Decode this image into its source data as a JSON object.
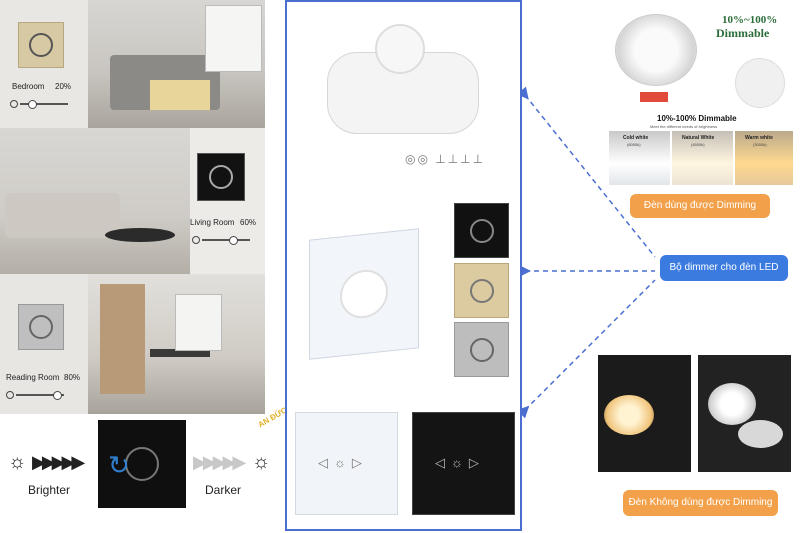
{
  "scenes": [
    {
      "room": "Bedroom",
      "level": "20%",
      "fill": 0.2
    },
    {
      "room": "Living Room",
      "level": "60%",
      "fill": 0.6
    },
    {
      "room": "Reading Room",
      "level": "80%",
      "fill": 0.8
    }
  ],
  "legend": {
    "brighter": "Brighter",
    "darker": "Darker"
  },
  "watermark": "AN ĐỨC PHÁT",
  "labels": {
    "dimmable_light": "Đèn dùng được Dimming",
    "dimmer_title": "Bộ dimmer cho đèn LED",
    "non_dimmable_light": "Đèn Không dùng được Dimming"
  },
  "product": {
    "dimmable_range": "10%~100%",
    "dimmable_word": "Dimmable",
    "dimmable_caption": "10%-100% Dimmable",
    "caption_sub": "Meet the different needs of brightness",
    "color_temps": [
      {
        "name": "Cold white",
        "k": "(6000k)"
      },
      {
        "name": "Natural White",
        "k": "(4500k)"
      },
      {
        "name": "Warm white",
        "k": "(3000k)"
      }
    ]
  },
  "colors": {
    "accent_blue": "#4a6fd0",
    "label_orange": "#f2a14a",
    "label_blue": "#3b7be0",
    "gold": "#e6b53a"
  }
}
